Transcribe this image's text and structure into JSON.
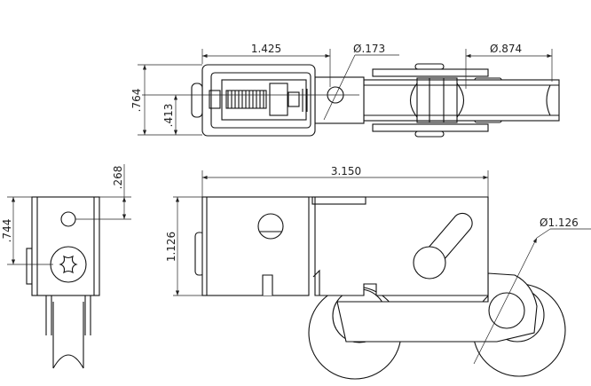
{
  "title": "Sliding door roller assembly drawing",
  "top_view": {
    "dim_length": "1.425",
    "dim_hole": "Ø.173",
    "dim_wheel": "Ø.874",
    "dim_height": ".764",
    "dim_offset": ".413"
  },
  "side_view": {
    "dim_screw": ".744",
    "dim_hole": ".268"
  },
  "front_view": {
    "dim_length": "3.150",
    "dim_height": "1.126",
    "dim_wheel": "Ø1.126"
  }
}
